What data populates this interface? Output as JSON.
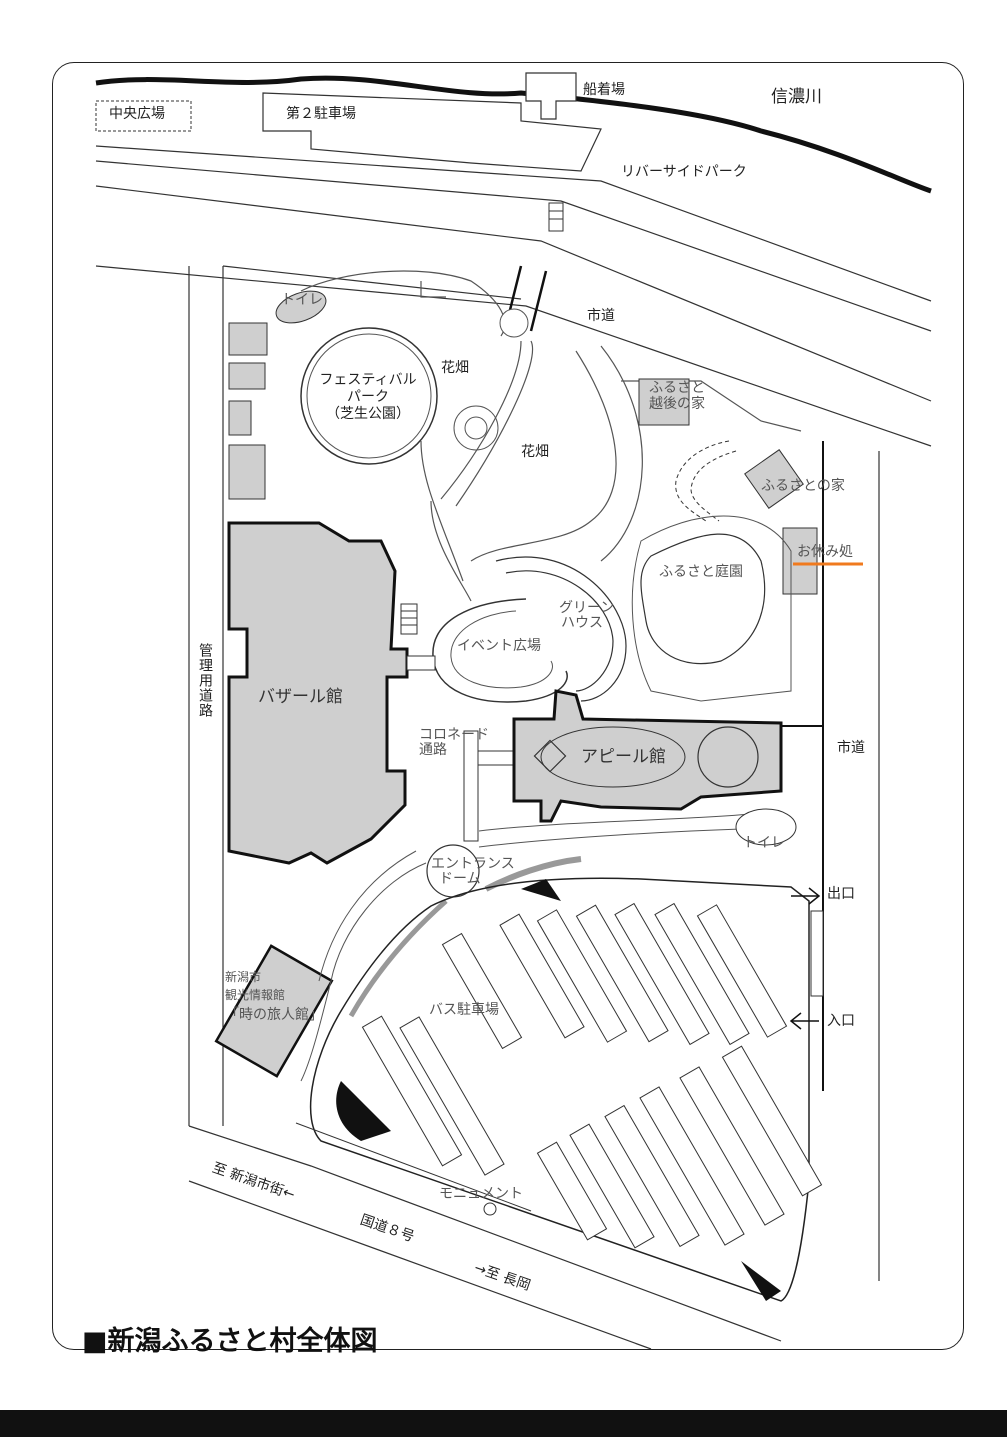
{
  "title": "■新潟ふるさと村全体図",
  "colors": {
    "highlight": "#f07a1e",
    "building_fill": "#cfcfcf",
    "ink": "#222222"
  },
  "labels": {
    "central_plaza": "中央広場",
    "parking2": "第２駐車場",
    "boat_dock": "船着場",
    "shinano_river": "信濃川",
    "riverside_park": "リバーサイドパーク",
    "city_road_top": "市道",
    "toilet_top": "トイレ",
    "festival_park": [
      "フェスティバル",
      "パーク",
      "（芝生公園）"
    ],
    "flowerbed1": "花畑",
    "flowerbed2": "花畑",
    "echigo_house": [
      "ふるさと",
      "越後の家"
    ],
    "furusato_house": "ふるさとの家",
    "rest_area": "お休み処",
    "garden": "ふるさと庭園",
    "greenhouse": [
      "グリーン",
      "ハウス"
    ],
    "event_plaza": "イベント広場",
    "management_road": "管理用道路",
    "bazaar": "バザール館",
    "colonnade": [
      "コロネード",
      "通路"
    ],
    "appeal": "アピール館",
    "city_road_right": "市道",
    "toilet_bottom": "トイレ",
    "entrance_dome": [
      "エントランス",
      "ドーム"
    ],
    "exit": "出口",
    "entrance": "入口",
    "bus_parking": "バス駐車場",
    "tourism_center": [
      "新潟市",
      "観光情報館",
      "「時の旅人館」"
    ],
    "monument": "モニュメント",
    "to_niigata": "至 新潟市街←",
    "route8": "国道８号",
    "to_nagaoka": "→至 長岡"
  }
}
